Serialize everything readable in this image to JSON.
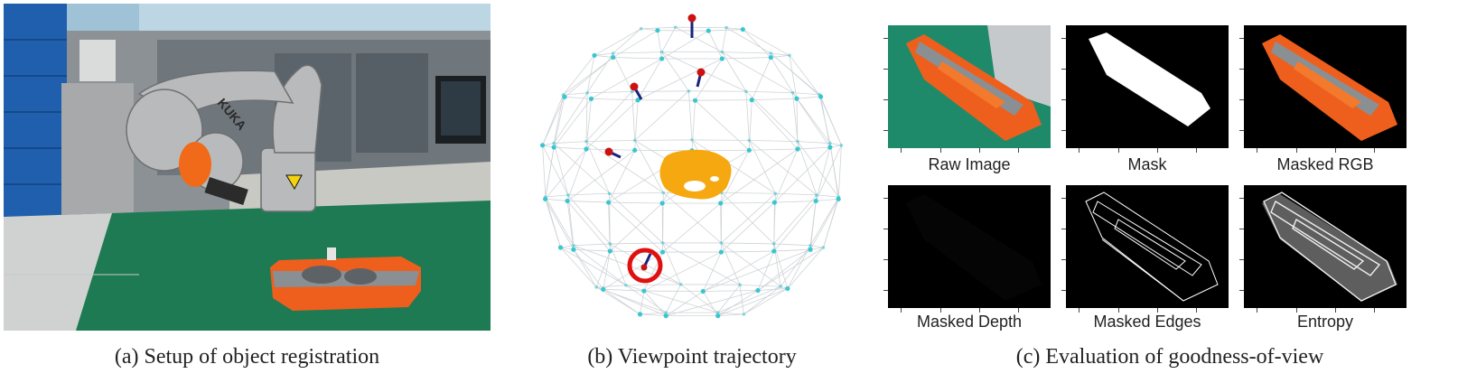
{
  "figure": {
    "panels": [
      {
        "id": "a",
        "caption": "(a) Setup of object registration",
        "robot_brand_text": "KUKA"
      },
      {
        "id": "b",
        "caption": "(b) Viewpoint trajectory"
      },
      {
        "id": "c",
        "caption": "(c) Evaluation of goodness-of-view",
        "thumbnails": [
          {
            "label": "Raw Image"
          },
          {
            "label": "Mask"
          },
          {
            "label": "Masked RGB"
          },
          {
            "label": "Masked Depth"
          },
          {
            "label": "Masked Edges"
          },
          {
            "label": "Entropy"
          }
        ]
      }
    ],
    "colors": {
      "viewpoint_marker": "#2ec5cf",
      "trajectory_point": "#cc1111",
      "direction_vector": "#1a237e",
      "object_model": "#f5a810",
      "highlight_ring": "#e01010"
    }
  }
}
